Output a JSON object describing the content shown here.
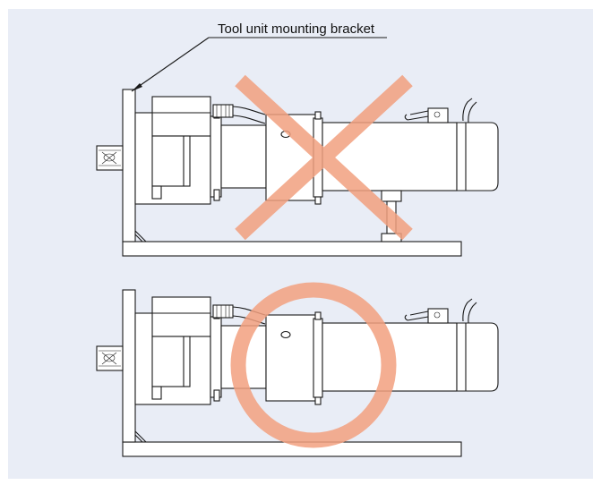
{
  "callout": {
    "label": "Tool unit mounting bracket"
  },
  "figures": [
    {
      "name": "incorrect-mounting",
      "mark": "cross",
      "verdict": "incorrect"
    },
    {
      "name": "correct-mounting",
      "mark": "circle",
      "verdict": "correct"
    }
  ],
  "colors": {
    "background": "#e9edf6",
    "mark": "#f2a07f",
    "line": "#1a1a1a"
  }
}
